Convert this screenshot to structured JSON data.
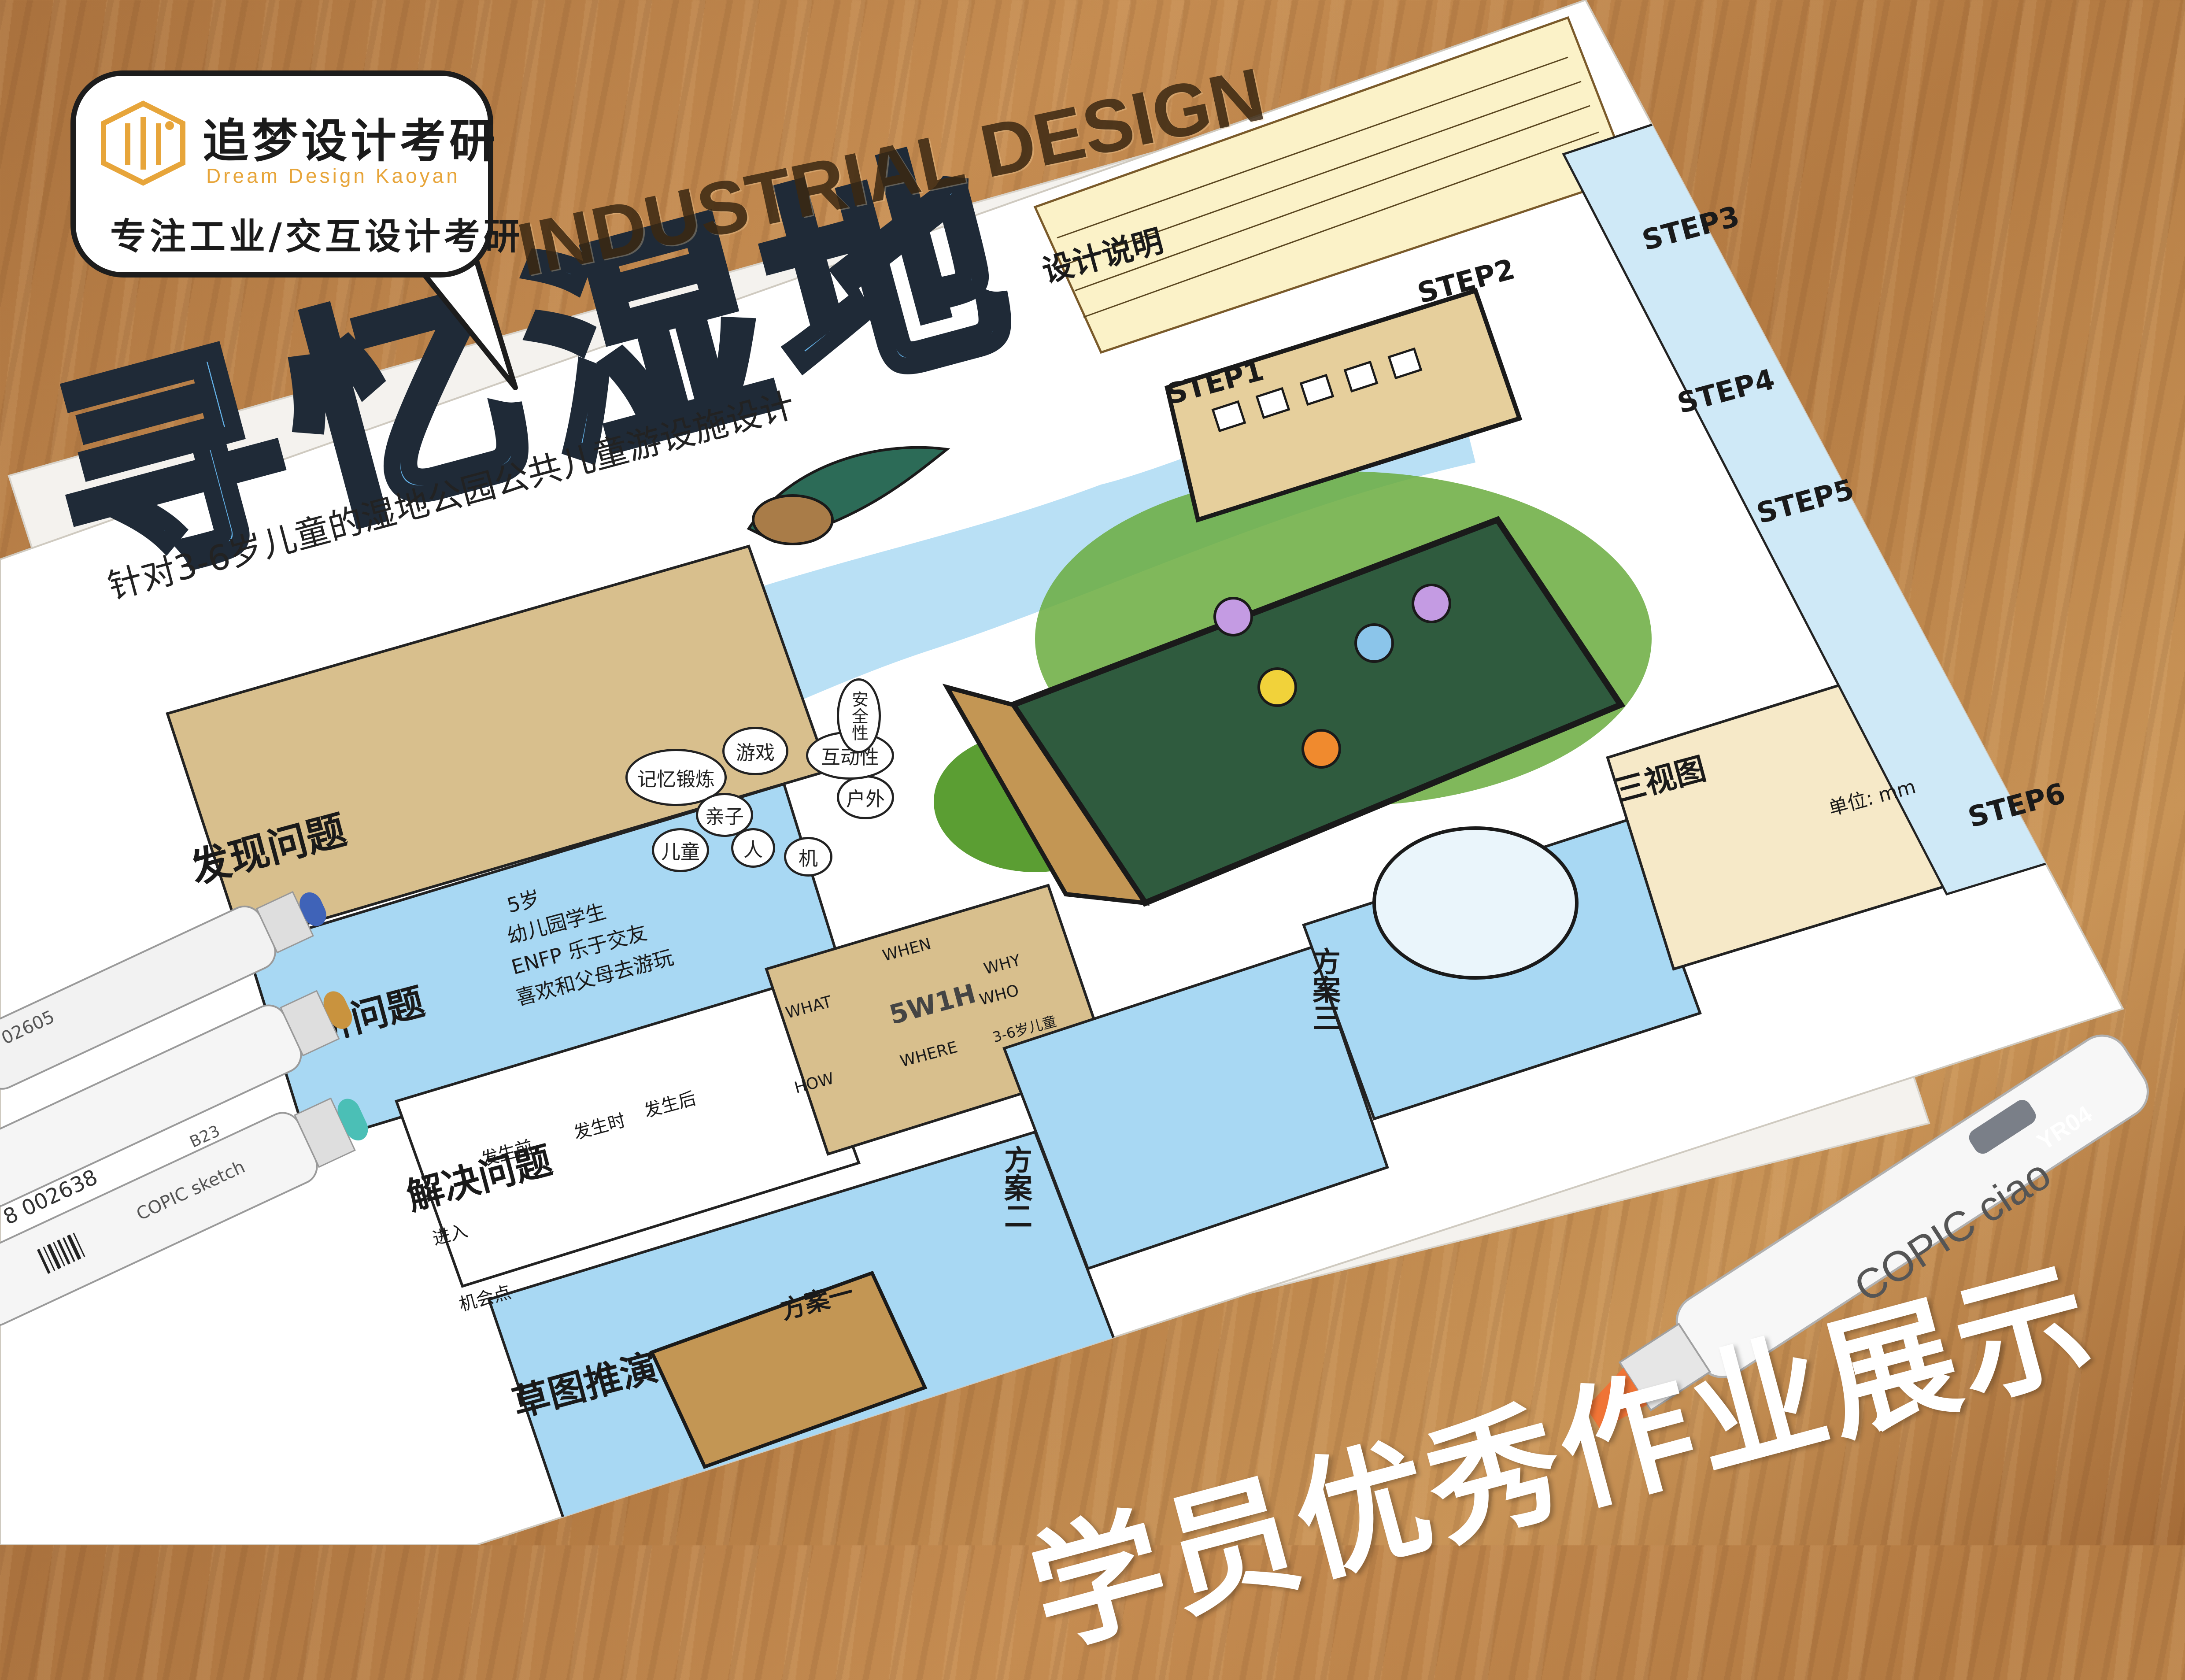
{
  "logo": {
    "title": "追梦设计考研",
    "subtitle": "Dream Design Kaoyan",
    "slogan": "专注工业/交互设计考研",
    "icon": "hexagon-logo-icon",
    "accent_color": "#e7a53a"
  },
  "heading": "INDUSTRIAL DESIGN",
  "caption": "学员优秀作业展示",
  "poster": {
    "title": "寻忆湿地",
    "subtitle": "针对3-6岁儿童的湿地公园公共儿童游设施设计",
    "sections": {
      "design_description": "设计说明",
      "find_problem": "发现问题",
      "analyze_problem": "分析问题",
      "solve_problem": "解决问题",
      "sketch": "草图推演",
      "plan_1": "方案一",
      "plan_2": "方案二",
      "plan_3": "方案三",
      "three_view": "三视图",
      "unit": "单位: mm"
    },
    "steps": [
      "STEP1",
      "STEP2",
      "STEP3",
      "STEP4",
      "STEP5",
      "STEP6"
    ],
    "analysis": {
      "age": "5岁",
      "kindergarten": "幼儿园学生",
      "enfp": "ENFP 乐于交友",
      "parents": "喜欢和父母去游玩"
    },
    "fivew": {
      "center": "5W1H",
      "what": "WHAT",
      "when": "WHEN",
      "where": "WHERE",
      "who": "WHO",
      "why": "WHY",
      "how": "HOW",
      "who_note": "3-6岁儿童"
    },
    "bubbles": [
      "记忆锻炼",
      "游戏",
      "亲子",
      "儿童",
      "人",
      "户外",
      "机",
      "互动性",
      "安全性"
    ],
    "journey": {
      "before": "发生前",
      "during": "发生时",
      "after": "发生后",
      "enter": "进入",
      "opportunity": "机会点"
    }
  },
  "markers": {
    "copic_sketch_label": "COPIC sketch",
    "copic_ciao_label": "COPIC ciao",
    "ciao_code": "YR04",
    "sketch_code": "B23",
    "barcode_1": "02605",
    "barcode_2": "8 002638"
  },
  "colors": {
    "wood": "#b67c44",
    "poster_blue": "#64b3ea",
    "poster_green": "#6aab3e",
    "poster_tan": "#d8bf8d",
    "board_green": "#2f5b3e"
  }
}
